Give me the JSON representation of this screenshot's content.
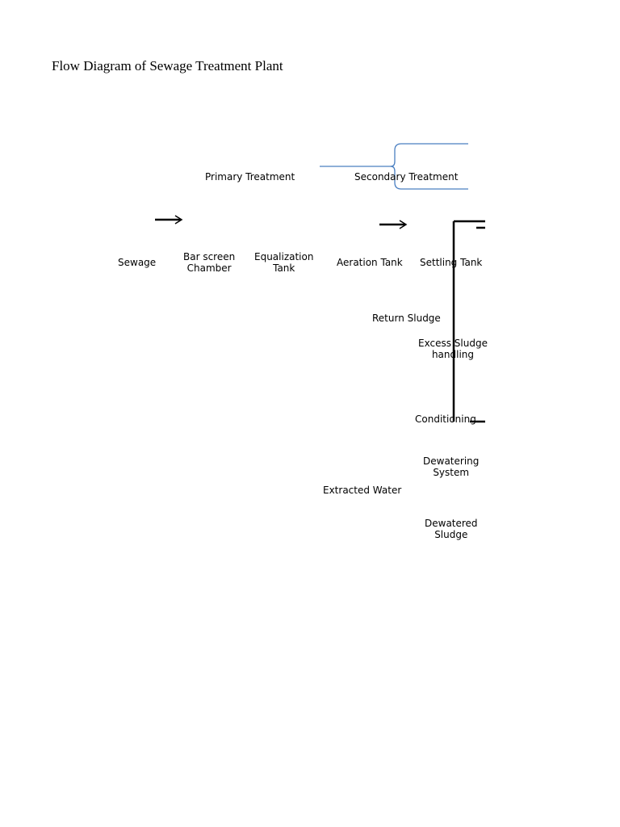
{
  "title": "Flow Diagram of Sewage Treatment Plant",
  "groups": {
    "primary": "Primary Treatment",
    "secondary": "Secondary Treatment"
  },
  "nodes": {
    "sewage": "Sewage",
    "bar_screen": [
      "Bar screen",
      "Chamber"
    ],
    "equalization": [
      "Equalization",
      "Tank"
    ],
    "aeration": "Aeration Tank",
    "settling": "Settling Tank",
    "return_sludge": "Return Sludge",
    "excess_sludge": [
      "Excess Sludge",
      "handling"
    ],
    "conditioning": "Conditioning",
    "dewatering": [
      "Dewatering",
      "System"
    ],
    "extracted_water": "Extracted Water",
    "dewatered_sludge": [
      "Dewatered",
      "Sludge"
    ]
  },
  "colors": {
    "bracket": "#4a7fc1",
    "text": "#000000",
    "line": "#000000"
  }
}
